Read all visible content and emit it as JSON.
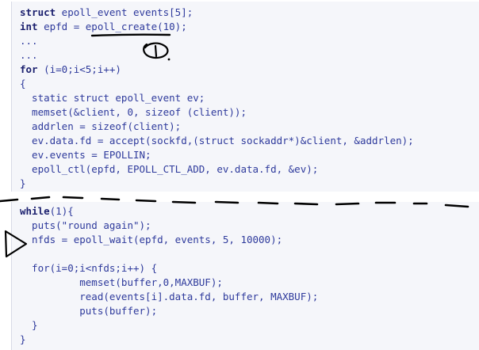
{
  "code_top": [
    [
      "struct",
      " epoll_event events[5];"
    ],
    [
      "int",
      " epfd = epoll_create(10);"
    ],
    [
      "",
      "..."
    ],
    [
      "",
      "..."
    ],
    [
      "for",
      " (i=0;i<5;i++)"
    ],
    [
      "",
      "{"
    ],
    [
      "",
      "  static struct epoll_event ev;"
    ],
    [
      "",
      "  memset(&client, 0, sizeof (client));"
    ],
    [
      "",
      "  addrlen = sizeof(client);"
    ],
    [
      "",
      "  ev.data.fd = accept(sockfd,(struct sockaddr*)&client, &addrlen);"
    ],
    [
      "",
      "  ev.events = EPOLLIN;"
    ],
    [
      "",
      "  epoll_ctl(epfd, EPOLL_CTL_ADD, ev.data.fd, &ev);"
    ],
    [
      "",
      "}"
    ]
  ],
  "code_bottom": [
    [
      "while",
      "(1){"
    ],
    [
      "",
      "  puts(\"round again\");"
    ],
    [
      "",
      "  nfds = epoll_wait(epfd, events, 5, 10000);"
    ],
    [
      "",
      ""
    ],
    [
      "",
      "  for(i=0;i<nfds;i++) {"
    ],
    [
      "",
      "          memset(buffer,0,MAXBUF);"
    ],
    [
      "",
      "          read(events[i].data.fd, buffer, MAXBUF);"
    ],
    [
      "",
      "          puts(buffer);"
    ],
    [
      "",
      "  }"
    ],
    [
      "",
      "}"
    ]
  ],
  "colors": {
    "code_text": "#2e3a9c",
    "keyword": "#1a1f6e",
    "panel_bg": "#f5f6fa",
    "ink": "#000000"
  },
  "icons": {
    "pointer_marker": "play-triangle-outline-icon"
  }
}
